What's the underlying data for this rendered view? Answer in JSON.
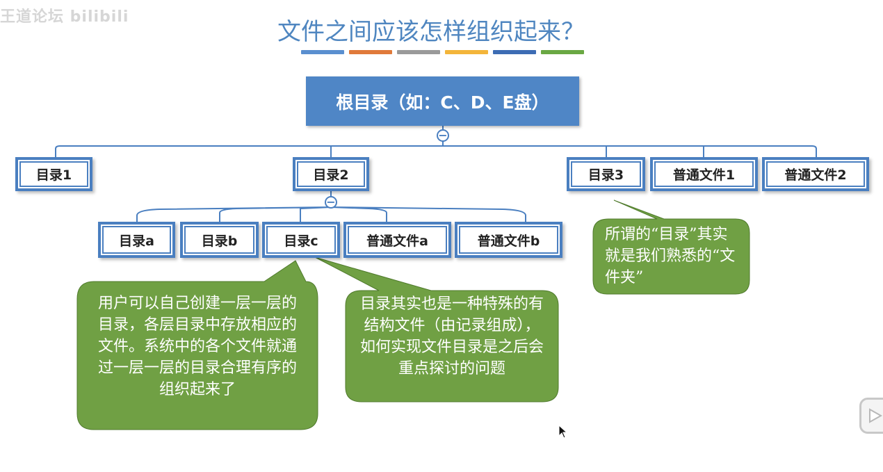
{
  "watermark": "王道论坛 bilibili",
  "title": "文件之间应该怎样组织起来？",
  "title_bar_colors": [
    "#5a8fd0",
    "#e07a3a",
    "#9a9a9a",
    "#f3b53a",
    "#3d6cb4",
    "#6aa843"
  ],
  "root": {
    "label": "根目录（如：C、D、E盘）"
  },
  "level1": [
    {
      "label": "目录1"
    },
    {
      "label": "目录2"
    },
    {
      "label": "目录3"
    },
    {
      "label": "普通文件1"
    },
    {
      "label": "普通文件2"
    }
  ],
  "level2": [
    {
      "label": "目录a"
    },
    {
      "label": "目录b"
    },
    {
      "label": "目录c"
    },
    {
      "label": "普通文件a"
    },
    {
      "label": "普通文件b"
    }
  ],
  "collapse_symbol": "−",
  "callouts": {
    "left": "用户可以自己创建一层一层的目录，各层目录中存放相应的文件。系统中的各个文件就通过一层一层的目录合理有序的组织起来了",
    "middle": "目录其实也是一种特殊的有结构文件（由记录组成），如何实现文件目录是之后会重点探讨的问题",
    "right": "所谓的“目录”其实就是我们熟悉的“文件夹”"
  },
  "colors": {
    "box_border": "#4a7fc0",
    "root_fill": "#4f86c6",
    "callout_fill": "#70a044",
    "callout_stroke": "#4f7a2c",
    "title": "#4f86c0"
  },
  "icons": [
    "collapse-icon",
    "mouse-cursor-icon",
    "player-icon"
  ]
}
